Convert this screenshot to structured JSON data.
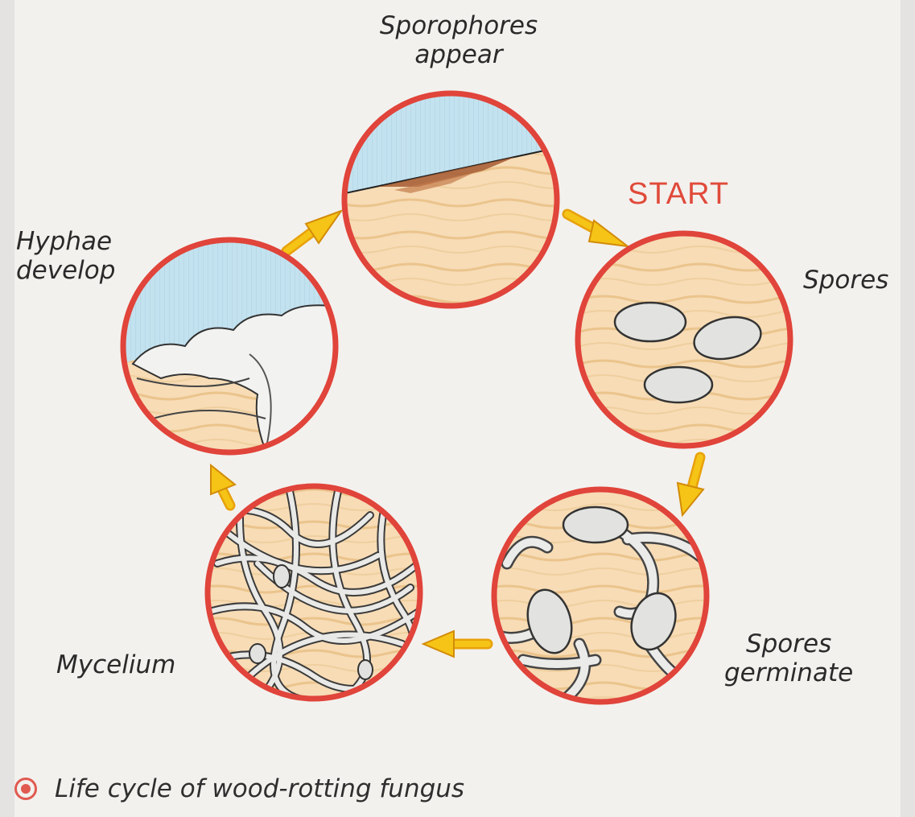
{
  "stages": {
    "sporophores": {
      "line1": "Sporophores",
      "line2": "appear"
    },
    "spores": {
      "line1": "Spores"
    },
    "germinate": {
      "line1": "Spores",
      "line2": "germinate"
    },
    "mycelium": {
      "line1": "Mycelium"
    },
    "hyphae": {
      "line1": "Hyphae",
      "line2": "develop"
    }
  },
  "start_label": "START",
  "caption": "Life cycle of wood-rotting fungus",
  "colors": {
    "circle_border": "#e0443a",
    "wood": "#f7dcb6",
    "grain": "#ebc48c",
    "sky": "#bfe0ee",
    "arrow": "#f5c416",
    "start_text": "#e04a3a"
  }
}
